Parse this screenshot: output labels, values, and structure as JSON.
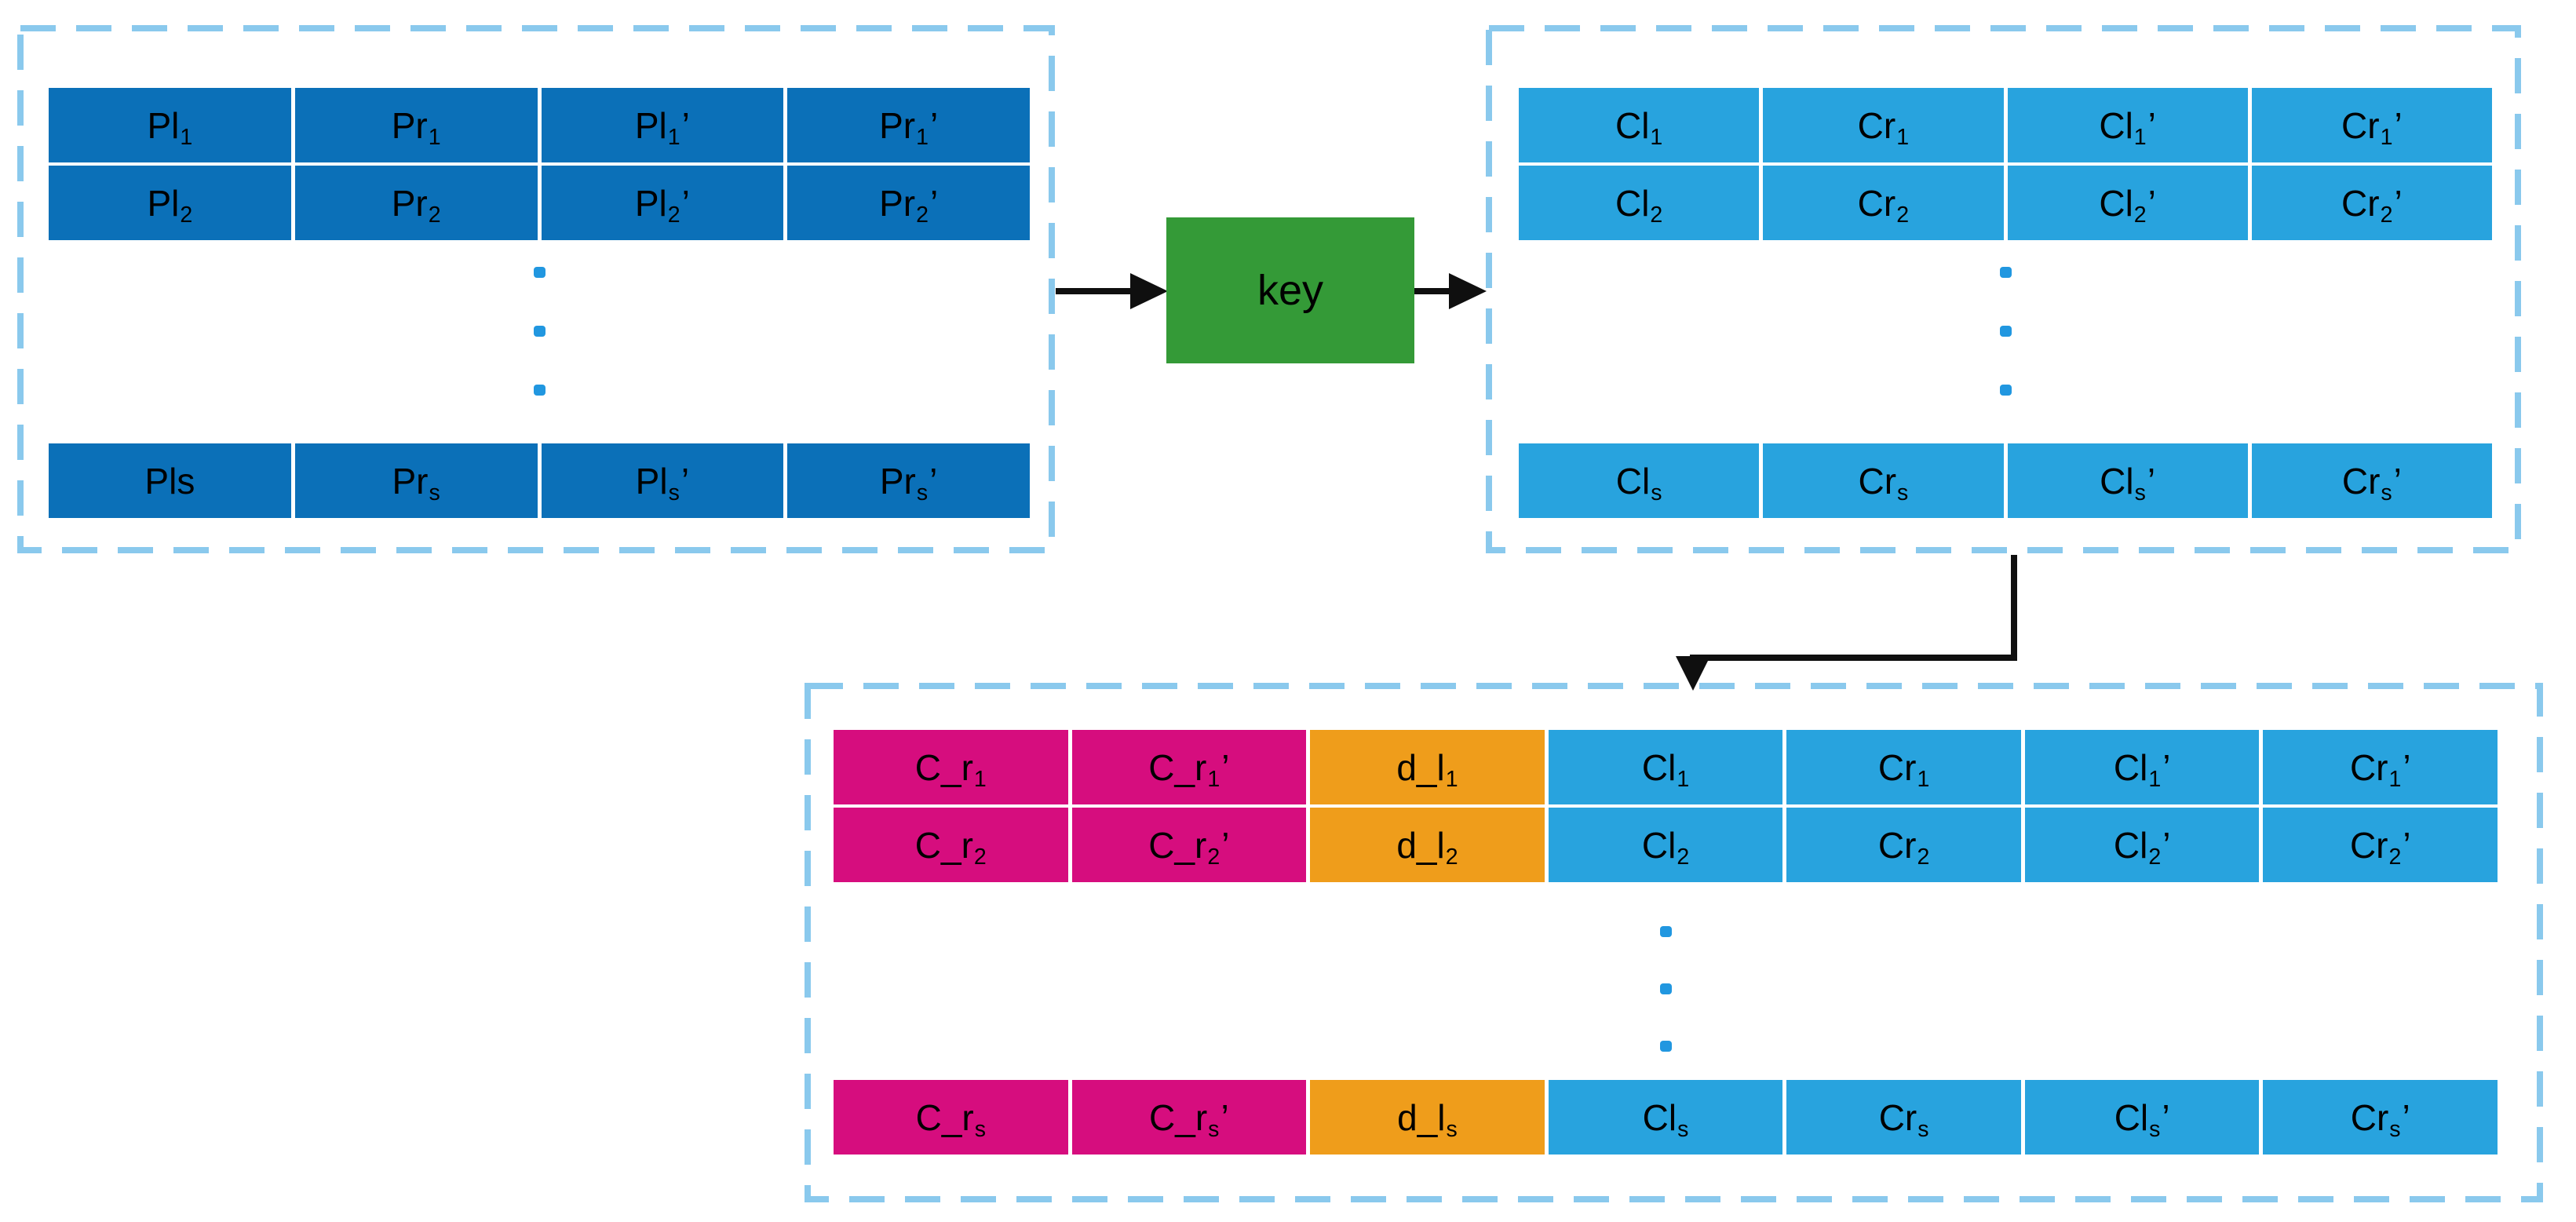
{
  "key_box": {
    "label": "key"
  },
  "prime_mark": "’",
  "colors": {
    "plaintext_cell": "#0B70B8",
    "ciphertext_cell": "#28A3DE",
    "mac_cell": "#D60D7E",
    "digest_cell": "#EF9D1B",
    "key_box_fill": "#349A37",
    "dashed_border": "#8AC9ED",
    "arrow": "#0F0F0F",
    "dots": "#2197E0",
    "cell_text": "#000000"
  },
  "plaintext_table": {
    "rows": [
      [
        {
          "b": "Pl",
          "s": "1"
        },
        {
          "b": "Pr",
          "s": "1"
        },
        {
          "b": "Pl",
          "s": "1",
          "p": true
        },
        {
          "b": "Pr",
          "s": "1",
          "p": true
        }
      ],
      [
        {
          "b": "Pl",
          "s": "2"
        },
        {
          "b": "Pr",
          "s": "2"
        },
        {
          "b": "Pl",
          "s": "2",
          "p": true
        },
        {
          "b": "Pr",
          "s": "2",
          "p": true
        }
      ],
      [
        {
          "b": "Pls"
        },
        {
          "b": "Pr",
          "s": "s"
        },
        {
          "b": "Pl",
          "s": "s",
          "p": true
        },
        {
          "b": "Pr",
          "s": "s",
          "p": true
        }
      ]
    ]
  },
  "ciphertext_table": {
    "rows": [
      [
        {
          "b": "Cl",
          "s": "1"
        },
        {
          "b": "Cr",
          "s": "1"
        },
        {
          "b": "Cl",
          "s": "1",
          "p": true
        },
        {
          "b": "Cr",
          "s": "1",
          "p": true
        }
      ],
      [
        {
          "b": "Cl",
          "s": "2"
        },
        {
          "b": "Cr",
          "s": "2"
        },
        {
          "b": "Cl",
          "s": "2",
          "p": true
        },
        {
          "b": "Cr",
          "s": "2",
          "p": true
        }
      ],
      [
        {
          "b": "Cl",
          "s": "s"
        },
        {
          "b": "Cr",
          "s": "s"
        },
        {
          "b": "Cl",
          "s": "s",
          "p": true
        },
        {
          "b": "Cr",
          "s": "s",
          "p": true
        }
      ]
    ]
  },
  "mac_table": {
    "rows": [
      [
        {
          "b": "C_r",
          "s": "1",
          "c": "mac"
        },
        {
          "b": "C_r",
          "s": "1",
          "p": true,
          "c": "mac"
        },
        {
          "b": "d_l",
          "s": "1",
          "c": "digest"
        },
        {
          "b": "Cl",
          "s": "1",
          "c": "cipher"
        },
        {
          "b": "Cr",
          "s": "1",
          "c": "cipher"
        },
        {
          "b": "Cl",
          "s": "1",
          "p": true,
          "c": "cipher"
        },
        {
          "b": "Cr",
          "s": "1",
          "p": true,
          "c": "cipher"
        }
      ],
      [
        {
          "b": "C_r",
          "s": "2",
          "c": "mac"
        },
        {
          "b": "C_r",
          "s": "2",
          "p": true,
          "c": "mac"
        },
        {
          "b": "d_l",
          "s": "2",
          "c": "digest"
        },
        {
          "b": "Cl",
          "s": "2",
          "c": "cipher"
        },
        {
          "b": "Cr",
          "s": "2",
          "c": "cipher"
        },
        {
          "b": "Cl",
          "s": "2",
          "p": true,
          "c": "cipher"
        },
        {
          "b": "Cr",
          "s": "2",
          "p": true,
          "c": "cipher"
        }
      ],
      [
        {
          "b": "C_r",
          "s": "s",
          "c": "mac"
        },
        {
          "b": "C_r",
          "s": "s",
          "p": true,
          "c": "mac"
        },
        {
          "b": "d_l",
          "s": "s",
          "c": "digest"
        },
        {
          "b": "Cl",
          "s": "s",
          "c": "cipher"
        },
        {
          "b": "Cr",
          "s": "s",
          "c": "cipher"
        },
        {
          "b": "Cl",
          "s": "s",
          "p": true,
          "c": "cipher"
        },
        {
          "b": "Cr",
          "s": "s",
          "p": true,
          "c": "cipher"
        }
      ]
    ]
  }
}
